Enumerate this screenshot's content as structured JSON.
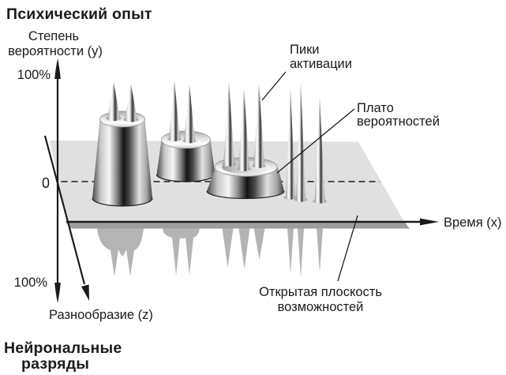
{
  "figure": {
    "top_title": "Психический опыт",
    "bottom_title": {
      "line1": "Нейрональные",
      "line2": "разряды"
    },
    "axes": {
      "y": {
        "name_line1": "Степень",
        "name_line2": "вероятности (y)",
        "max": "100%",
        "zero": "0",
        "min": "100%"
      },
      "x": {
        "name": "Время (x)"
      },
      "z": {
        "name": "Разнообразие (z)"
      }
    },
    "callouts": {
      "activation_peaks": {
        "line1": "Пики",
        "line2": "активации"
      },
      "probability_plateau": {
        "line1": "Плато",
        "line2": "вероятностей"
      },
      "open_plane": {
        "line1": "Открытая плоскость",
        "line2": "возможностей"
      }
    },
    "colors": {
      "background": "#ffffff",
      "text": "#1a1a1a",
      "line": "#1a1a1a",
      "plane_fill": "#e0e0e0",
      "plane_edge": "#9e9e9e",
      "reflection": "#b4b4b4"
    }
  }
}
